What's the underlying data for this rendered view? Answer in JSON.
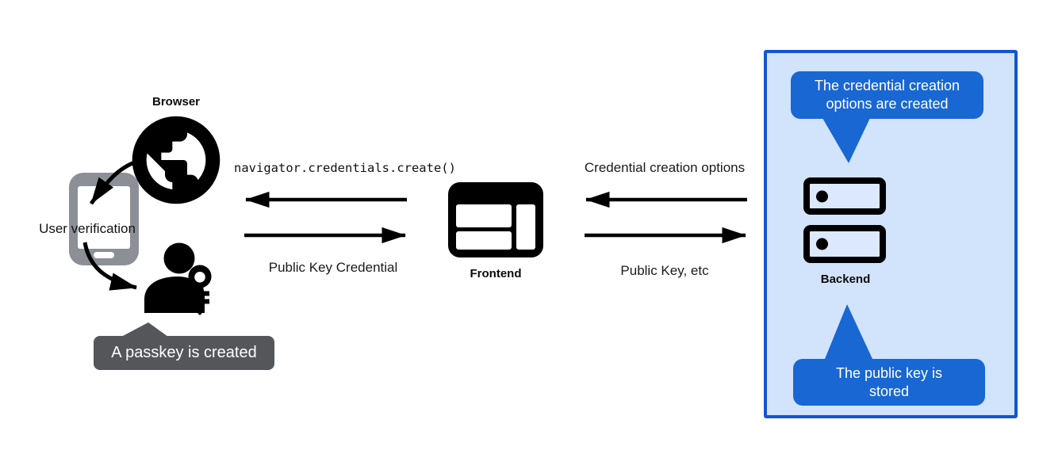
{
  "nodes": {
    "browser": {
      "label": "Browser"
    },
    "device": {
      "label": "User verification"
    },
    "frontend": {
      "label": "Frontend"
    },
    "backend": {
      "label": "Backend"
    }
  },
  "messages": {
    "create_call": "navigator.credentials.create()",
    "public_key_credential": "Public Key Credential",
    "credential_creation_options": "Credential creation options",
    "public_key_etc": "Public Key, etc"
  },
  "callouts": {
    "passkey_created": {
      "text": "A passkey is created"
    },
    "options_created": {
      "lines": [
        "The credential creation",
        "options are created"
      ]
    },
    "key_stored": {
      "lines": [
        "The public key is",
        "stored"
      ]
    }
  },
  "icons": {
    "globe": "globe-icon",
    "smartphone": "smartphone-icon",
    "person_key": "person-with-key-icon",
    "browser_window": "browser-window-icon",
    "server": "server-stack-icon"
  },
  "colors": {
    "callout_blue": "#1967d2",
    "panel_background": "#d2e3fc",
    "panel_border": "#1355cf",
    "dark_callout": "#545659",
    "phone_gray": "#8c9096",
    "ink": "#000000"
  }
}
